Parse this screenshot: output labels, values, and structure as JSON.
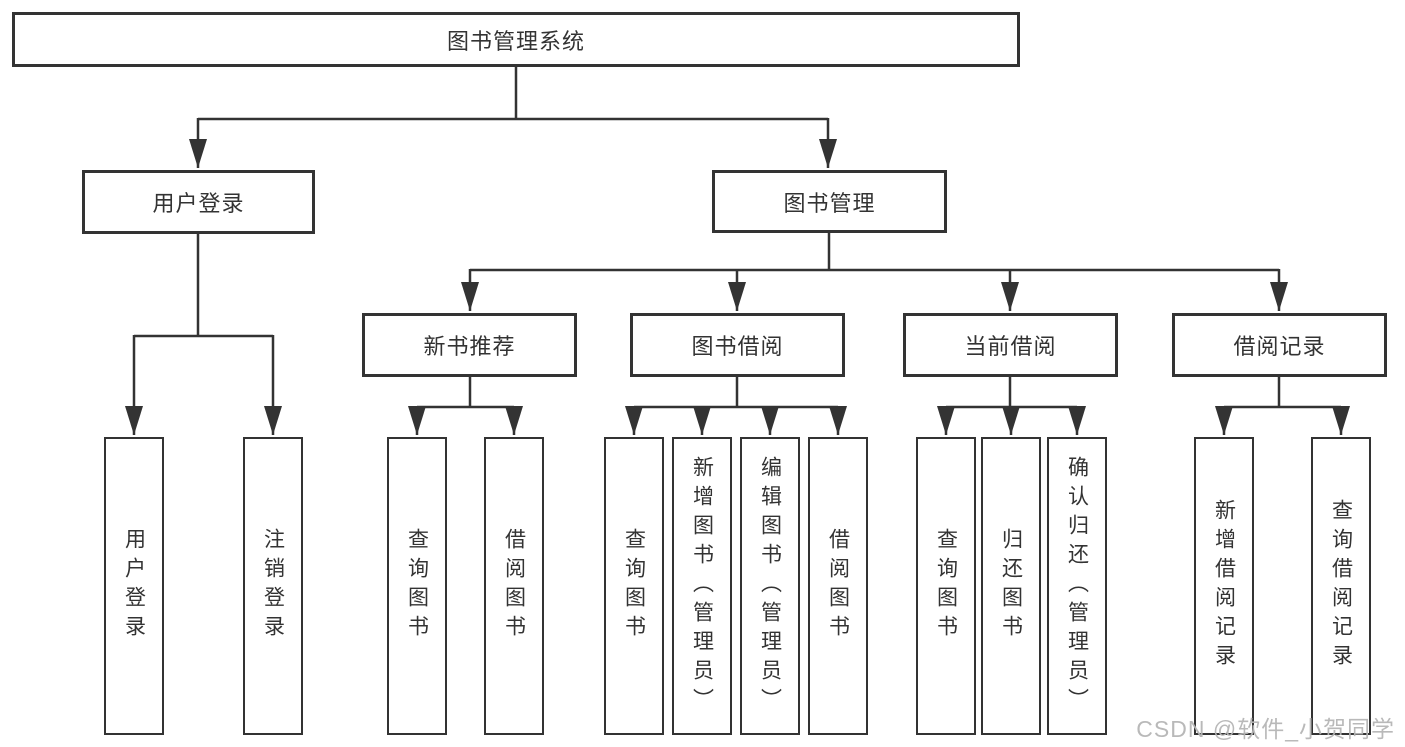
{
  "watermark": "CSDN @软件_小贺同学",
  "colors": {
    "line": "#333333",
    "box_border": "#333333",
    "text": "#333333",
    "background": "#ffffff",
    "watermark": "#b5b5b5"
  },
  "tree": {
    "label": "图书管理系统",
    "children": [
      {
        "label": "用户登录",
        "children": [
          {
            "label": "用户登录"
          },
          {
            "label": "注销登录"
          }
        ]
      },
      {
        "label": "图书管理",
        "children": [
          {
            "label": "新书推荐",
            "children": [
              {
                "label": "查询图书"
              },
              {
                "label": "借阅图书"
              }
            ]
          },
          {
            "label": "图书借阅",
            "children": [
              {
                "label": "查询图书"
              },
              {
                "label": "新增图书（管理员）"
              },
              {
                "label": "编辑图书（管理员）"
              },
              {
                "label": "借阅图书"
              }
            ]
          },
          {
            "label": "当前借阅",
            "children": [
              {
                "label": "查询图书"
              },
              {
                "label": "归还图书"
              },
              {
                "label": "确认归还（管理员）"
              }
            ]
          },
          {
            "label": "借阅记录",
            "children": [
              {
                "label": "新增借阅记录"
              },
              {
                "label": "查询借阅记录"
              }
            ]
          }
        ]
      }
    ]
  }
}
